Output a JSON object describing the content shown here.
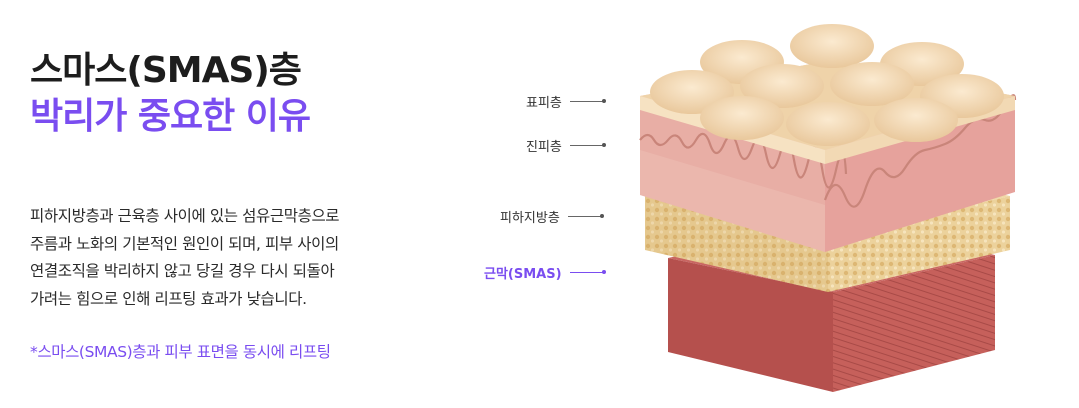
{
  "heading": {
    "line1": "스마스(SMAS)층",
    "line2": "박리가 중요한 이유"
  },
  "description": {
    "lines": [
      "피하지방층과 근육층 사이에 있는 섬유근막층으로",
      "주름과 노화의 기본적인 원인이 되며, 피부 사이의",
      "연결조직을 박리하지 않고 당길 경우 다시 되돌아",
      "가려는 힘으로 인해 리프팅 효과가 낮습니다."
    ]
  },
  "note": "*스마스(SMAS)층과 피부 표면을 동시에 리프팅",
  "layers": [
    {
      "label": "표피층",
      "highlight": false
    },
    {
      "label": "진피층",
      "highlight": false
    },
    {
      "label": "피하지방층",
      "highlight": false
    },
    {
      "label": "근막(SMAS)",
      "highlight": true
    }
  ],
  "colors": {
    "accent": "#7a4df0",
    "heading": "#1d1d1d",
    "epidermis": "#f3d9b2",
    "dermis": "#eab0a8",
    "fat": "#e8c98e",
    "muscle": "#c8605c"
  }
}
